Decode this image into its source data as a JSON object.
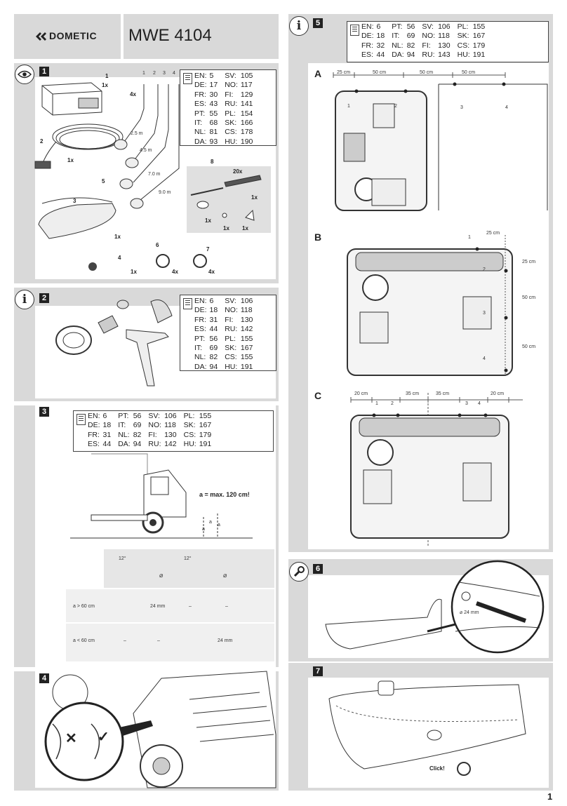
{
  "header": {
    "brand": "DOMETIC",
    "model": "MWE 4104"
  },
  "page_number": "1",
  "lang_table_1": {
    "rows": [
      [
        "EN:",
        "5",
        "SV:",
        "105"
      ],
      [
        "DE:",
        "17",
        "NO:",
        "117"
      ],
      [
        "FR:",
        "30",
        "FI:",
        "129"
      ],
      [
        "ES:",
        "43",
        "RU:",
        "141"
      ],
      [
        "PT:",
        "55",
        "PL:",
        "154"
      ],
      [
        "IT:",
        "68",
        "SK:",
        "166"
      ],
      [
        "NL:",
        "81",
        "CS:",
        "178"
      ],
      [
        "DA:",
        "93",
        "HU:",
        "190"
      ]
    ]
  },
  "lang_table_2": {
    "rows": [
      [
        "EN:",
        "6",
        "SV:",
        "106"
      ],
      [
        "DE:",
        "18",
        "NO:",
        "118"
      ],
      [
        "FR:",
        "31",
        "FI:",
        "130"
      ],
      [
        "ES:",
        "44",
        "RU:",
        "142"
      ],
      [
        "PT:",
        "56",
        "PL:",
        "155"
      ],
      [
        "IT:",
        "69",
        "SK:",
        "167"
      ],
      [
        "NL:",
        "82",
        "CS:",
        "155"
      ],
      [
        "DA:",
        "94",
        "HU:",
        "191"
      ]
    ]
  },
  "lang_table_3": {
    "rows": [
      [
        "EN:",
        "6",
        "PT:",
        "56",
        "SV:",
        "106",
        "PL:",
        "155"
      ],
      [
        "DE:",
        "18",
        "IT:",
        "69",
        "NO:",
        "118",
        "SK:",
        "167"
      ],
      [
        "FR:",
        "31",
        "NL:",
        "82",
        "FI:",
        "130",
        "CS:",
        "179"
      ],
      [
        "ES:",
        "44",
        "DA:",
        "94",
        "RU:",
        "142",
        "HU:",
        "191"
      ]
    ]
  },
  "lang_table_5": {
    "rows": [
      [
        "EN:",
        "6",
        "PT:",
        "56",
        "SV:",
        "106",
        "PL:",
        "155"
      ],
      [
        "DE:",
        "18",
        "IT:",
        "69",
        "NO:",
        "118",
        "SK:",
        "167"
      ],
      [
        "FR:",
        "32",
        "NL:",
        "82",
        "FI:",
        "130",
        "CS:",
        "179"
      ],
      [
        "ES:",
        "44",
        "DA:",
        "94",
        "RU:",
        "143",
        "HU:",
        "191"
      ]
    ]
  },
  "sec1": {
    "num": "1",
    "parts": {
      "p1": "1",
      "p1_qty": "1x",
      "p2": "2",
      "p2_qty": "1x",
      "p3": "3",
      "p3_qty": "1x",
      "p4": "4",
      "p4_qty": "1x",
      "p5": "5",
      "p6": "6",
      "p6_qty": "4x",
      "p7": "7",
      "p7_qty": "4x",
      "p8": "8",
      "qty_4x": "4x",
      "kit_20x": "20x",
      "kit_1x_a": "1x",
      "kit_1x_b": "1x",
      "kit_1x_c": "1x",
      "kit_1x_d": "1x"
    },
    "cables": [
      "2.5 m",
      "4.5 m",
      "7.0 m",
      "9.0 m"
    ],
    "connector_digits": [
      "1",
      "2",
      "3",
      "4"
    ]
  },
  "sec2": {
    "num": "2"
  },
  "sec3": {
    "num": "3",
    "note": "a = max. 120 cm!",
    "a": "a",
    "angle": "12°",
    "diameter": "⌀",
    "rows": [
      {
        "cond": "a > 60 cm",
        "c2": "24 mm",
        "c3": "–",
        "c4": "–"
      },
      {
        "cond": "a < 60 cm",
        "c1": "–",
        "c2": "–",
        "c4": "24 mm"
      }
    ]
  },
  "sec4": {
    "num": "4",
    "wrong": "✕",
    "right": "✓"
  },
  "sec5": {
    "num": "5",
    "A": {
      "label": "A",
      "dims": [
        "25 cm",
        "50 cm",
        "50 cm",
        "50 cm"
      ],
      "pos": [
        "1",
        "2",
        "3",
        "4"
      ]
    },
    "B": {
      "label": "B",
      "dims": [
        "25 cm",
        "25 cm",
        "50 cm",
        "50 cm"
      ],
      "pos": [
        "1",
        "2",
        "3",
        "4"
      ]
    },
    "C": {
      "label": "C",
      "dims": [
        "20 cm",
        "35 cm",
        "35 cm",
        "20 cm"
      ],
      "pos": [
        "1",
        "2",
        "3",
        "4"
      ]
    }
  },
  "sec6": {
    "num": "6",
    "diameter": "⌀ 24 mm"
  },
  "sec7": {
    "num": "7",
    "click": "Click!"
  },
  "colors": {
    "panel_grey": "#d9d9d9",
    "ink": "#222222"
  }
}
